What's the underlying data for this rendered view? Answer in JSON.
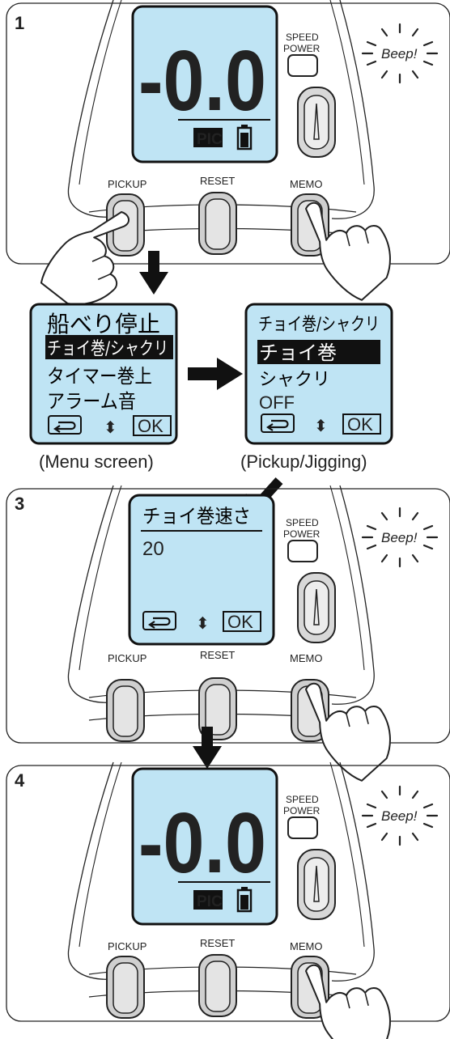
{
  "colors": {
    "lcd": "#bfe4f4",
    "outline": "#1a1a1a",
    "button_fill": "#cfcfcf",
    "highlight": "#000000"
  },
  "steps": {
    "s1": {
      "number": "1",
      "lcd_value": "-0.0",
      "lcd_mode": "PIC",
      "beep": "Beep!"
    },
    "s3": {
      "number": "3",
      "title": "チョイ巻速さ",
      "value": "20",
      "beep": "Beep!"
    },
    "s4": {
      "number": "4",
      "lcd_value": "-0.0",
      "lcd_mode": "PIC",
      "beep": "Beep!"
    }
  },
  "device": {
    "pickup_label": "PICKUP",
    "reset_label": "RESET",
    "memo_label": "MEMO",
    "speed_label": "SPEED",
    "power_label": "POWER"
  },
  "menu": {
    "items": [
      "船べり停止",
      "チョイ巻/シャクリ",
      "タイマー巻上",
      "アラーム音"
    ],
    "selected_index": 1,
    "caption": "(Menu screen)"
  },
  "submenu": {
    "title": "チョイ巻/シャクリ",
    "items": [
      "チョイ巻",
      "シャクリ",
      "OFF"
    ],
    "selected_index": 0,
    "caption": "(Pickup/Jigging)"
  },
  "softkeys": {
    "back_icon": "return-arrow-icon",
    "updown": "⬍",
    "ok": "OK"
  }
}
